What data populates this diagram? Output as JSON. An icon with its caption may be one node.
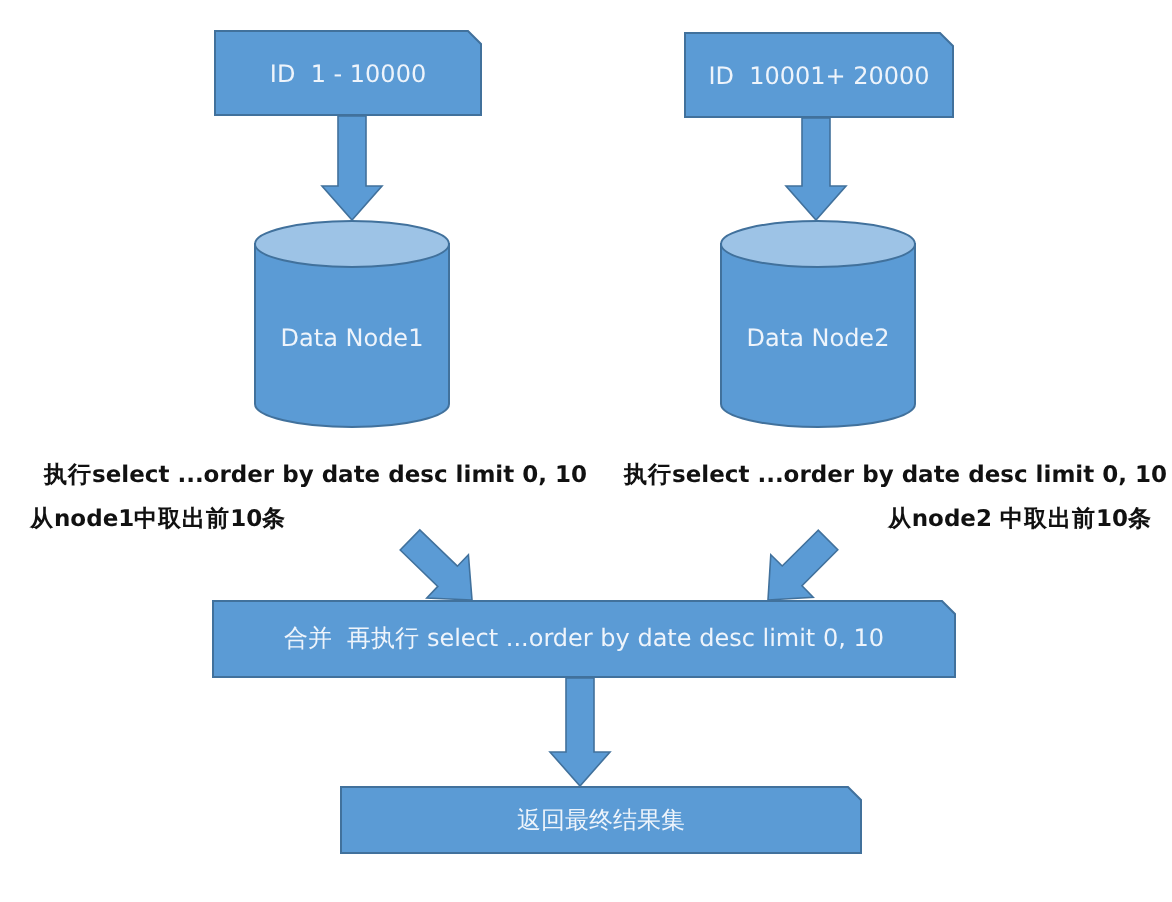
{
  "diagram": {
    "nodes": [
      {
        "text": [
          "ID  1 - 10000"
        ]
      },
      {
        "text": [
          "ID  10001+ 20000"
        ]
      },
      {
        "text": [
          "Data Node1"
        ],
        "beside": [
          "执行select ...order by date desc limit 0, 10",
          "从node1中取出前10条"
        ]
      },
      {
        "text": [
          "Data Node2"
        ],
        "beside": [
          "执行select ...order by date desc limit 0, 10",
          "从node2 中取出前10条"
        ]
      },
      {
        "text": [
          "合并  再执行 select ...order by date desc limit 0, 10"
        ]
      },
      {
        "text": [
          "返回最终结果集"
        ]
      }
    ],
    "edges": [
      {
        "from": 0,
        "to": 2,
        "arrow": "to"
      },
      {
        "from": 1,
        "to": 3,
        "arrow": "to"
      },
      {
        "from": 2,
        "to": 4,
        "arrow": "to"
      },
      {
        "from": 3,
        "to": 4,
        "arrow": "to"
      },
      {
        "from": 4,
        "to": 5,
        "arrow": "to"
      }
    ]
  }
}
